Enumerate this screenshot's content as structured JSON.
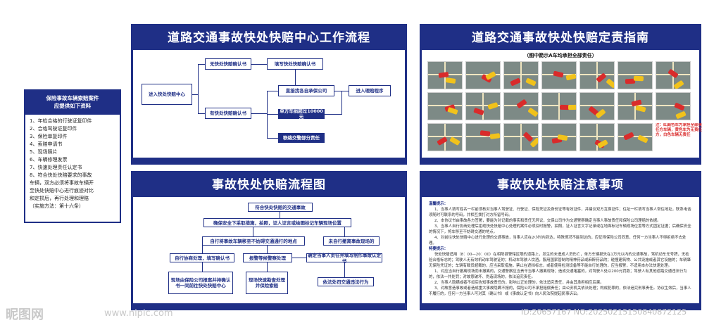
{
  "left_list": {
    "title_line1": "保险事故车辆索赔案件",
    "title_line2": "应提供如下资料",
    "items": [
      "1、年检合格的行驶证复印件",
      "2、合格驾驶证复印件",
      "3、保险单复印件",
      "4、索赔申请书",
      "5、现场照片",
      "6、车辆修理发票",
      "7、快速处理责任认定书",
      "8、符合快处快赔要求的事故",
      "车辆，双方必须将事故车辆开",
      "至快处快赔中心进行痕迹对比",
      "和定损后，再行处理和理赔",
      "（实施方法：第十六条）"
    ]
  },
  "panel_tl": {
    "title": "道路交通事故快处快赔中心工作流程",
    "boxes": {
      "enter": "进入快处快赔中心",
      "no_confirm": "无快处快赔确认书",
      "fill_confirm": "填写快处快赔确认书",
      "has_confirm": "有快处快赔确认书",
      "direct_insurer": "直接找各自承保公司",
      "single_party": "单方车损超过10000元",
      "traffic_police": "联络交警部分责任",
      "claim": "进入理赔程序"
    }
  },
  "panel_tr": {
    "title": "道路交通事故快处快赔定责指南",
    "subtitle": "（图中箭示A车均承担全部责任）",
    "legend_text": "注：红颜色车为承担全部责任方车辆，黄色车为无责任方，白色车辆无责任"
  },
  "panel_bl": {
    "title": "事故快处快赔流程图",
    "boxes": {
      "b1": "符合快处快赔的交通事故",
      "b2": "确保安全下采取措施，拍照，证人证言或绘图标记车辆现场位置",
      "b3": "自行将事故车辆移至不妨碍交通通行的地点",
      "b4": "未自行撤离事故现场的",
      "b5": "自行协商处理，填写确认书",
      "b6": "报警等候警察处理",
      "b7": "确定当事人责任并填写制作事故认定书",
      "b8": "现场由保险公司报案并持确认书一同前往快处快赔中心",
      "b9": "现场快速勘查处理并保险索赔",
      "b10": "依法处罚交通违法行为"
    }
  },
  "panel_br": {
    "title": "事故快处快赔注意事项",
    "warm_label": "温馨提示：",
    "warm_items": [
      "1、当事人填写姓名一栏前须核对当事人驾驶证、行驶证、保险凭证及身份证等有效证件，并建议双方互换证件；住址一栏填写当事人常住地址，联系电话须随时可联系的号码，并相互拨打对方所留号码。",
      "2、本协议书由事故各方签署，要能为对记载的事实和责任无异议，交保公司作为交通警察确定当事人事故责任和保险公司理赔的依据。",
      "3、当事人自行协商处理后拒绝快处快赔中心处理的案件必须及时报警，拍照，证人证言文字记录或在地面标记车辆现场位置等方式固定证据；后确保安全的情况下，将车移至不妨碍交通的地点。",
      "4、对前往快处快赔中心进行处理的交通事故，当事人应在2小时内到达，特殊情况不能到达的，应征得保险公司同意，任何一方当事人不得拒绝不去处理。"
    ],
    "important_label": "特要提示：",
    "important_items": [
      "快处快赔适用（8：00—20：00）在相阳县警辖区限的道路上，发生的未造成人员伤亡，单方车辆损失在1万元以内的交通事故，驾机动车无号牌，无检验合格标志的；驾驶人无有效机动车驾驶证的；机动车驾驶人饮酒，服用国家管制的精神药品或麻醉药品的；碰撞建筑物、公共设施或者其它设施的；车辆肇无保险凭证的；车辆有载货超载的，应当采取措施，禁止在遮挡标志，或者使用检测设备等不能自行处理的，应当报警，不适用本办法快速处理。",
      "1、对应当自行撤离现场而未撤离的，交通警察应当责令当事人撤离现场；造成交通堵塞的，对驾驶人处以200元罚款；驾驶人有其他道路交通违法行为的，依法一并处罚；对故意破坏、伪造现场的，依法追究责任。",
      "2、当事人隐瞒或者不如实告知事故责任的，影响公正处理的，依法追究责任，并由其承担相应后果。",
      "3、对故意造事故或者造成重大事故隐瞒不报的，保险公司不承担赔偿责任；由公安机关依法处理；构成犯罪的，依法追究刑事责任。协议生效后，当事人不履行的，任何一方当事人可对其（确认书）或《事故认定书》向人民法院提起民事诉讼。"
    ]
  },
  "watermark": {
    "left": "昵图网",
    "url": "www.nipic.com",
    "id": "ID:20657167 NO:20250215150840872125"
  },
  "colors": {
    "brand": "#1f2f86",
    "red_car": "#d92b2b",
    "yellow_car": "#f1c21b"
  }
}
